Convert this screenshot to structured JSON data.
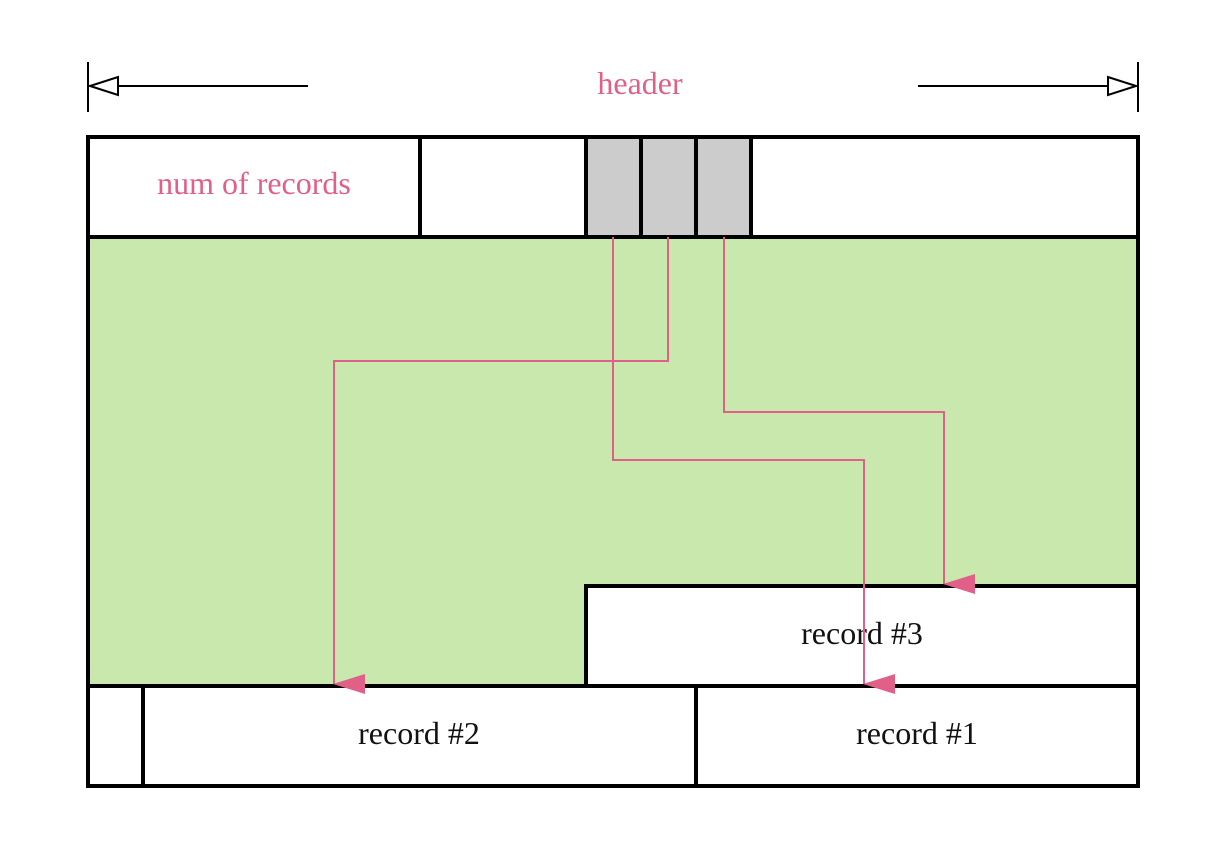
{
  "colors": {
    "accent": "#e06088",
    "free_space": "#c8e8ae",
    "slot": "#cccccc",
    "line": "#000000"
  },
  "header": {
    "label": "header"
  },
  "page_header": {
    "num_records_label": "num of records"
  },
  "records": {
    "r1": {
      "label": "record #1"
    },
    "r2": {
      "label": "record #2"
    },
    "r3": {
      "label": "record #3"
    }
  }
}
